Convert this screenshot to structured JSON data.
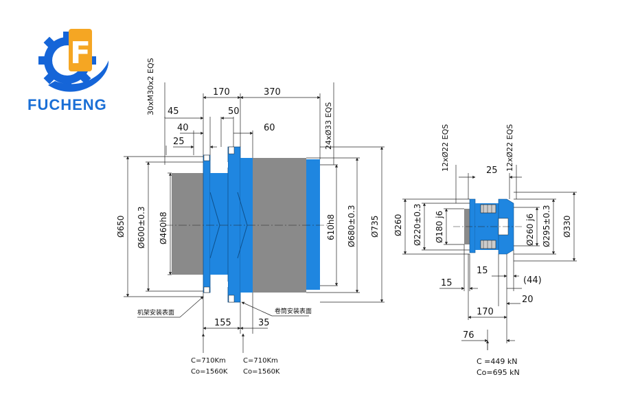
{
  "brand": {
    "name": "FUCHENG",
    "logo_letter": "F",
    "primary_color": "#1565d8",
    "accent_color": "#f5a623"
  },
  "colors": {
    "housing_blue": "#1f86e0",
    "gray": "#8a8a8a",
    "line": "#222222"
  },
  "left_drawing": {
    "dims": {
      "eqs_top": "30xM30x2 EQS",
      "d45": "45",
      "d40": "40",
      "d25": "25",
      "d170": "170",
      "d370": "370",
      "d50": "50",
      "d60": "60",
      "eqs_right": "24xØ33 EQS",
      "phi650": "Ø650",
      "phi600": "Ø600±0.3",
      "phi460": "Ø460h8",
      "phi610": "610h8",
      "phi680": "Ø680±0.3",
      "phi735": "Ø735",
      "d155": "155",
      "d35": "35"
    },
    "labels": {
      "left_surface": "机架安装表面",
      "right_surface": "卷筒安装表面"
    },
    "ratings_left": {
      "c": "C=710Km",
      "co": "Co=1560K"
    },
    "ratings_right": {
      "c": "C=710Km",
      "co": "Co=1560K"
    }
  },
  "right_drawing": {
    "dims": {
      "eqs_left": "12xØ22 EQS",
      "eqs_right": "12xØ22 EQS",
      "d25": "25",
      "phi260": "Ø260",
      "phi220": "Ø220±0.3",
      "phi180": "Ø180 j6",
      "phi260j6": "Ø260 j6",
      "phi295": "Ø295±0.3",
      "phi330": "Ø330",
      "d15a": "15",
      "d15b": "15",
      "d44": "(44)",
      "d20": "20",
      "d170": "170",
      "d76": "76"
    },
    "ratings": {
      "c": "C =449 kN",
      "co": "Co=695 kN"
    }
  }
}
